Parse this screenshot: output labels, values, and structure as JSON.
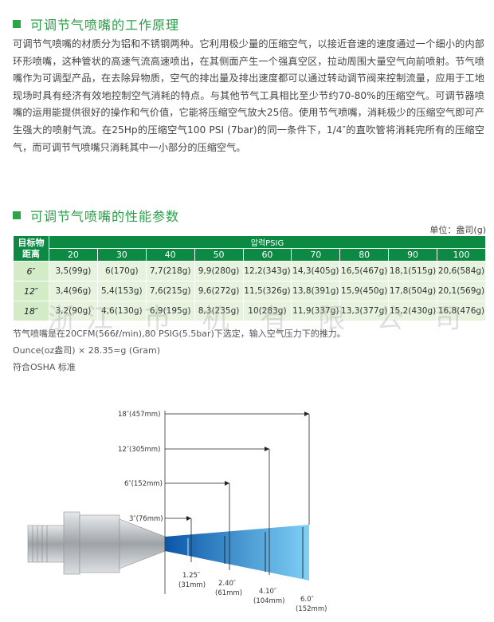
{
  "section1": {
    "title": "可调节气喷嘴的工作原理",
    "paragraph": "可调节气喷嘴的材质分为铝和不锈钢两种。它利用极少量的压缩空气，以接近音速的速度通过一个细小的内部环形喷嘴，这种管状的高速气流高速喷出，在其侧面产生一个强真空区，拉动周围大量空气向前喷射。节气喷嘴作为可调型产品，在去除异物质，空气的排出量及排出速度都可以通过转动调节阀来控制流量，应用于工地现场时具有经济有效地控制空气消耗的特点。与其他节气工具相比至少节约70-80%的压缩空气。可调节器喷嘴的运用能提供很好的操作和气价值，它能将压缩空气放大25倍。使用节气喷嘴，消耗极少的压缩空气即可产生强大的喷射气流。在25Hp的压缩空气100 PSI (7bar)的同一条件下，1/4″的直吹管将消耗完所有的压缩空气，而可调节气喷嘴只消耗其中一小部分的压缩空气。"
  },
  "section2": {
    "title": "可调节气喷嘴的性能参数",
    "unit_label": "单位：盎司(g)"
  },
  "table": {
    "corner_line1": "目标物",
    "corner_line2": "距离",
    "pressure_header": "압력PSIG",
    "pressures": [
      "20",
      "30",
      "40",
      "50",
      "60",
      "70",
      "80",
      "90",
      "100"
    ],
    "rows": [
      {
        "distance": "6″",
        "values": [
          "3,5(99g)",
          "6(170g)",
          "7,7(218g)",
          "9,9(280g)",
          "12,2(343g)",
          "14,3(405g)",
          "16,5(467g)",
          "18,1(515g)",
          "20,6(584g)"
        ]
      },
      {
        "distance": "12″",
        "values": [
          "3,4(96g)",
          "5,4(153g)",
          "7,6(215g)",
          "9,6(272g)",
          "11,5(326g)",
          "13,8(391g)",
          "15,9(450g)",
          "17,8(504g)",
          "20,1(569g)"
        ]
      },
      {
        "distance": "18″",
        "values": [
          "3,2(90g)",
          "4,6(130g)",
          "6,9(195g)",
          "8,3(235g)",
          "10(283g)",
          "11,9(337g)",
          "13,3(377g)",
          "15,2(430g)",
          "16,8(476g)"
        ]
      }
    ]
  },
  "notes": {
    "line1": "节气喷嘴是在20CFM(566ℓ/min),80 PSIG(5.5bar)下选定，输入空气压力下的推力。",
    "line2": "Ounce(oz盎司) × 28.35=g (Gram)",
    "line3": "符合OSHA 标准"
  },
  "watermark": "浙江  市  机  有  限  公  司",
  "diagram": {
    "distances": [
      {
        "label": "18″(457mm)"
      },
      {
        "label": "12″(305mm)"
      },
      {
        "label": "6″(152mm)"
      },
      {
        "label": "3″(76mm)"
      }
    ],
    "widths": [
      {
        "inch": "1.25″",
        "mm": "(31mm)"
      },
      {
        "inch": "2.40″",
        "mm": "(61mm)"
      },
      {
        "inch": "4.10″",
        "mm": "(104mm)"
      },
      {
        "inch": "6.0″",
        "mm": "(152mm)"
      }
    ],
    "colors": {
      "beam_light": "#7fd0f5",
      "beam_dark": "#0a56a8",
      "metal": "#b8bcc0"
    }
  }
}
